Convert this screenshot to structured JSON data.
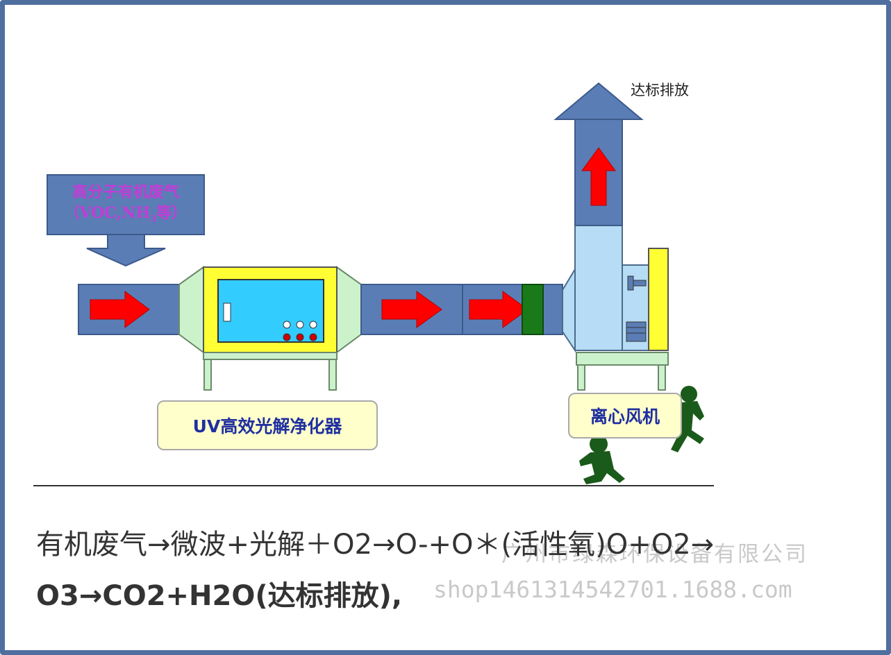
{
  "inlet": {
    "line1": "高分子有机废气",
    "line2_prefix": "（VOC,NH",
    "line2_sub": "3",
    "line2_suffix": "等）"
  },
  "exhaust_label": "达标排放",
  "uv_label": "UV高效光解净化器",
  "fan_label": "离心风机",
  "formula": {
    "line1": "有机废气→微波+光解＋O2→O-+O＊(活性氧)O+O2→",
    "line2": "O3→CO2+H2O(达标排放),"
  },
  "watermark": {
    "line1": "广州市绿森环保设备有限公司",
    "line2": "shop1461314542701.1688.com"
  },
  "colors": {
    "duct": "#5b7db5",
    "arrow": "#ff0000",
    "purifier_body": "#ffff33",
    "purifier_screen": "#33ccff",
    "fan_body": "#b7dcf5",
    "stand": "#ccf2cc",
    "filter": "#1a7a1a",
    "frame": "#4f6f9f"
  }
}
